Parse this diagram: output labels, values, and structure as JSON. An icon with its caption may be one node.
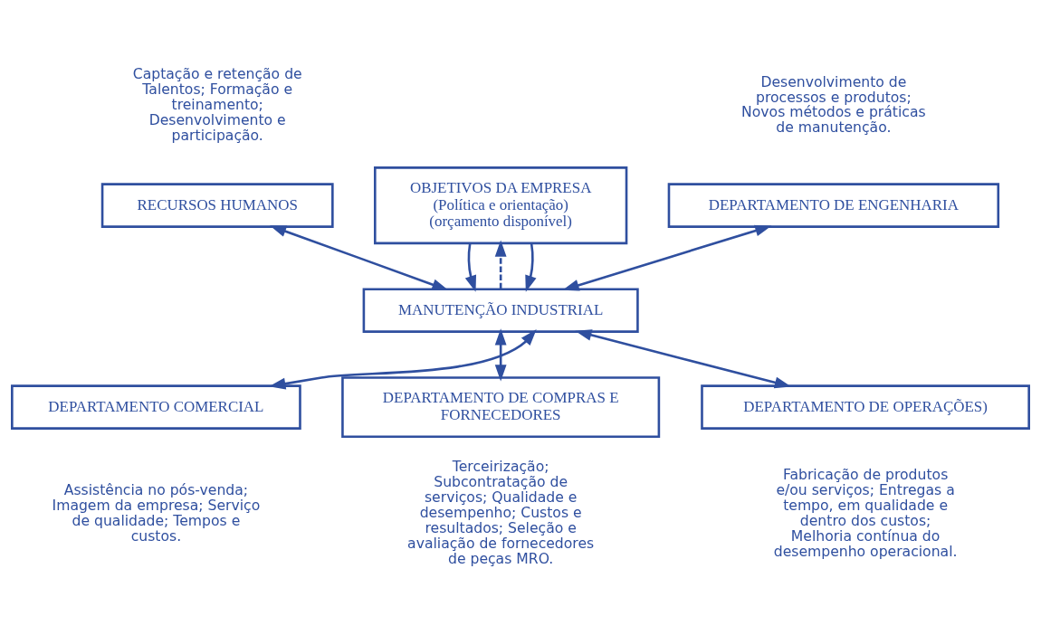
{
  "diagram": {
    "nodes": [
      {
        "text": [
          "OBJETIVOS DA EMPRESA",
          "(Política e orientação)",
          "(orçamento disponível)"
        ]
      },
      {
        "text": [
          "RECURSOS HUMANOS"
        ],
        "beside": [
          "Captação e retenção de Talentos; Formação e treinamento; Desenvolvimento e participação."
        ]
      },
      {
        "text": [
          "DEPARTAMENTO DE ENGENHARIA"
        ],
        "beside": [
          "Desenvolvimento de processos e produtos; Novos métodos e práticas de manutenção."
        ]
      },
      {
        "text": [
          "MANUTENÇÃO INDUSTRIAL"
        ]
      },
      {
        "text": [
          "DEPARTAMENTO COMERCIAL"
        ],
        "beside": [
          "Assistência no pós-venda; Imagem da empresa; Serviço de qualidade; Tempos e custos."
        ]
      },
      {
        "text": [
          "DEPARTAMENTO DE OPERAÇÕES)"
        ],
        "beside": [
          "Fabricação de produtos e/ou serviços; Entregas a tempo, em qualidade e dentro dos custos; Melhoria contínua do desempenho operacional."
        ]
      },
      {
        "text": [
          "DEPARTAMENTO DE COMPRAS E FORNECEDORES"
        ],
        "beside": [
          "Terceirização; Subcontratação de serviços; Qualidade e desempenho; Custos e resultados; Seleção e avaliação de fornecedores de peças MRO."
        ]
      }
    ],
    "edges": [
      {
        "from": 0,
        "to": 3,
        "arrow": "to"
      },
      {
        "from": 3,
        "to": 0,
        "arrow": "to",
        "style": "dashed"
      },
      {
        "from": 0,
        "to": 3,
        "arrow": "to"
      },
      {
        "from": 1,
        "to": 3,
        "arrow": "both"
      },
      {
        "from": 2,
        "to": 3,
        "arrow": "both"
      },
      {
        "from": 4,
        "to": 3,
        "arrow": "both"
      },
      {
        "from": 5,
        "to": 3,
        "arrow": "both"
      },
      {
        "from": 3,
        "to": 6,
        "arrow": "both"
      }
    ]
  }
}
